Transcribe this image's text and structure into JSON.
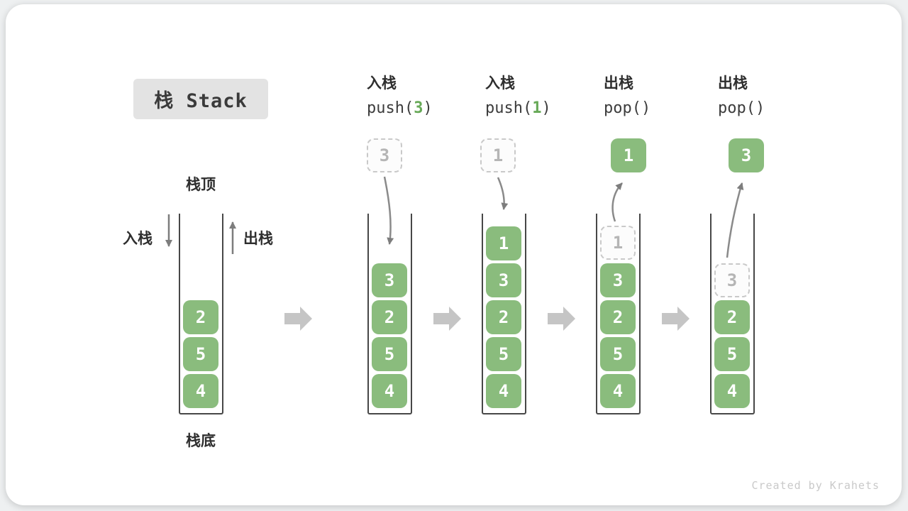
{
  "title": "栈 Stack",
  "annotations": {
    "stack_top": "栈顶",
    "stack_bottom": "栈底",
    "push_arrow": "入栈",
    "pop_arrow": "出栈"
  },
  "operations": [
    {
      "label": "入栈",
      "code_pre": "push(",
      "code_arg": "3",
      "code_post": ")"
    },
    {
      "label": "入栈",
      "code_pre": "push(",
      "code_arg": "1",
      "code_post": ")"
    },
    {
      "label": "出栈",
      "code_pre": "pop(",
      "code_arg": "",
      "code_post": ")"
    },
    {
      "label": "出栈",
      "code_pre": "pop(",
      "code_arg": "",
      "code_post": ")"
    }
  ],
  "floating_boxes": [
    {
      "value": "3",
      "style": "ghost-dashed"
    },
    {
      "value": "1",
      "style": "ghost-dashed"
    },
    {
      "value": "1",
      "style": "solid-green"
    },
    {
      "value": "3",
      "style": "solid-green"
    }
  ],
  "stacks": [
    {
      "values": [
        "2",
        "5",
        "4"
      ]
    },
    {
      "values": [
        "3",
        "2",
        "5",
        "4"
      ]
    },
    {
      "values": [
        "1",
        "3",
        "2",
        "5",
        "4"
      ]
    },
    {
      "ghost": "1",
      "values": [
        "3",
        "2",
        "5",
        "4"
      ]
    },
    {
      "ghost": "3",
      "values": [
        "2",
        "5",
        "4"
      ]
    }
  ],
  "footer": "Created by Krahets",
  "colors": {
    "box_green": "#8abc7d",
    "code_arg_green": "#67a957",
    "ghost_border_grey": "#c9c9c9",
    "ghost_text_grey": "#b5b5b5",
    "container_wall": "#474747",
    "flow_arrow_grey": "#c5c5c5",
    "motion_arrow_grey": "#7d7d7d",
    "title_chip_bg": "#e3e3e3",
    "footer_grey": "#c9c9c9"
  }
}
